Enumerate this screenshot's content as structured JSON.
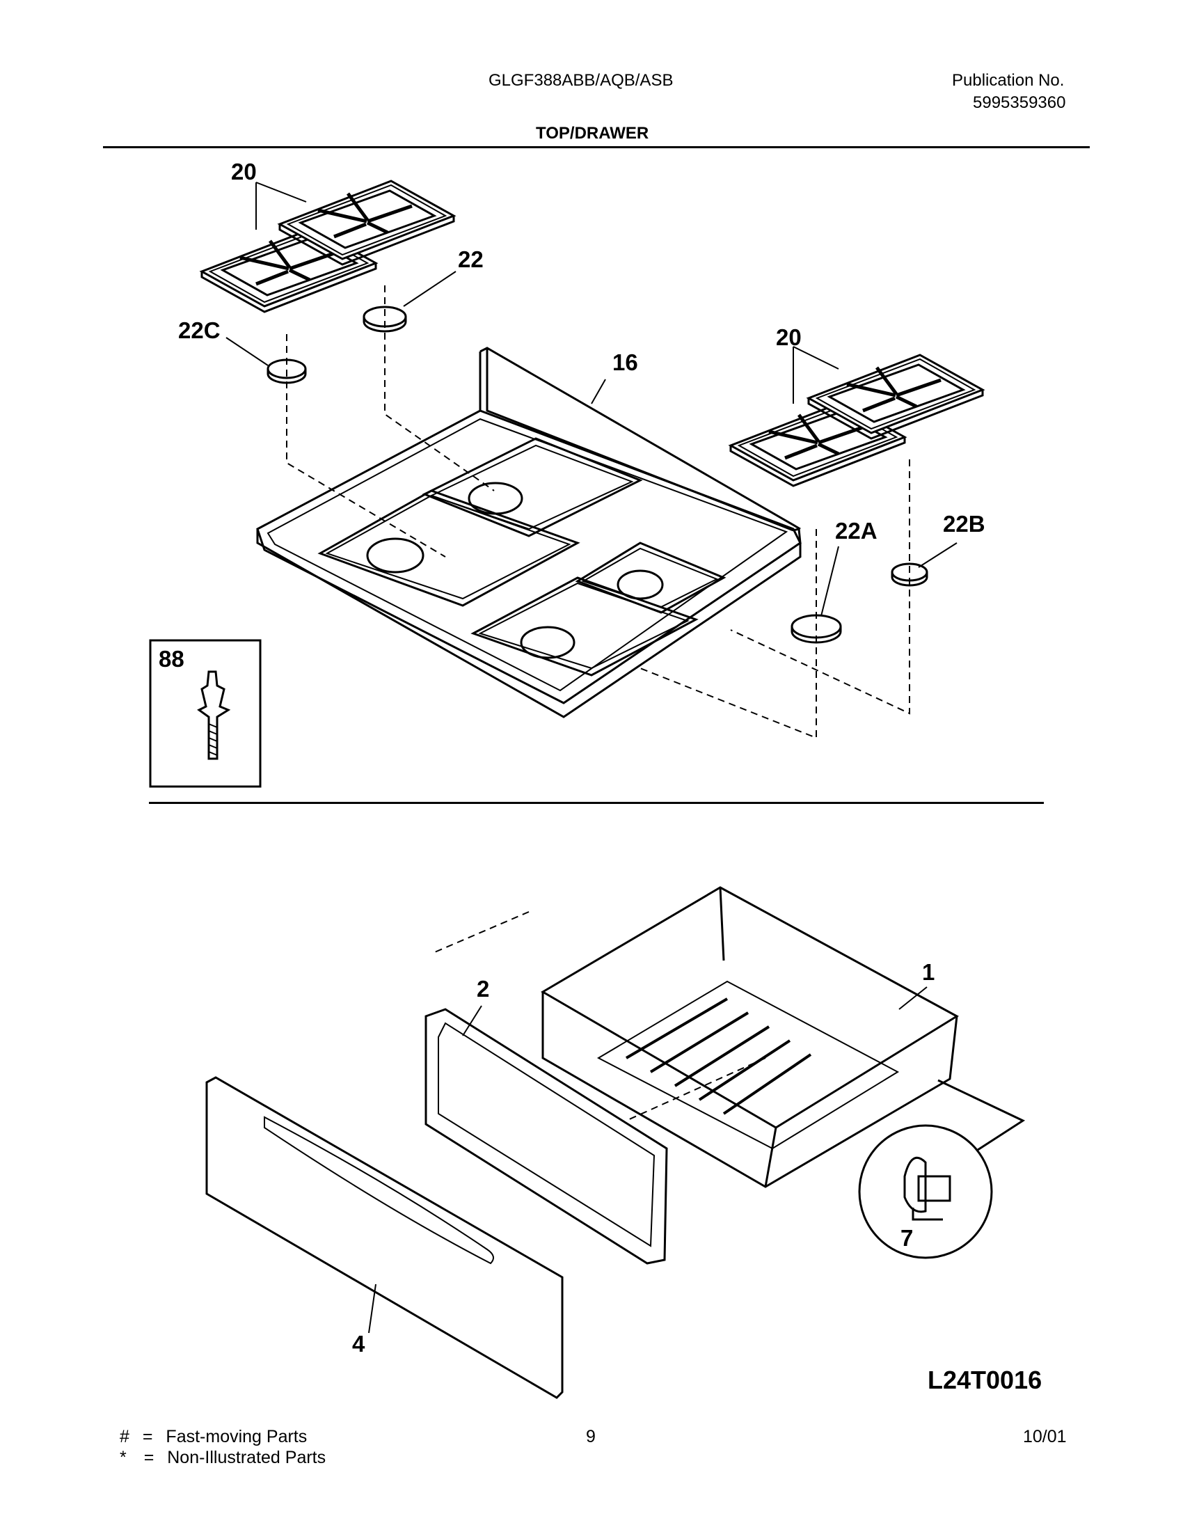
{
  "header": {
    "model": "GLGF388ABB/AQB/ASB",
    "publication_label": "Publication No.",
    "publication_number": "5995359360",
    "section_title": "TOP/DRAWER"
  },
  "callouts": {
    "grates_left": "20",
    "cap_22": "22",
    "cap_22c": "22C",
    "top_16": "16",
    "grates_right": "20",
    "cap_22a": "22A",
    "cap_22b": "22B",
    "screw_88": "88",
    "drawer_1": "1",
    "frame_2": "2",
    "panel_4": "4",
    "glide_7": "7"
  },
  "drawing_code": "L24T0016",
  "footer": {
    "legend": [
      {
        "symbol": "#",
        "eq": "=",
        "text": "Fast-moving Parts"
      },
      {
        "symbol": "*",
        "eq": "=",
        "text": "Non-Illustrated Parts"
      }
    ],
    "page_number": "9",
    "date": "10/01"
  }
}
